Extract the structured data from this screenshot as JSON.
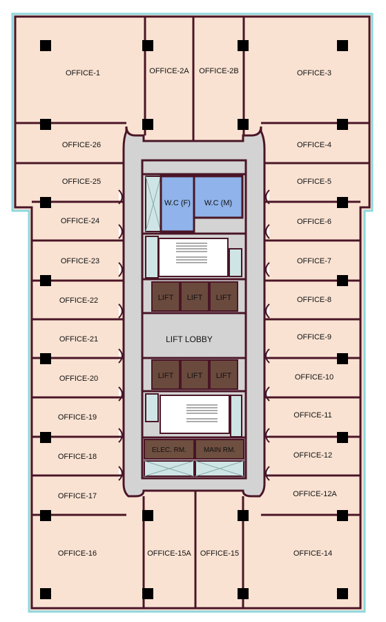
{
  "floor_plan": {
    "offices": {
      "o1": "OFFICE-1",
      "o2a": "OFFICE-2A",
      "o2b": "OFFICE-2B",
      "o3": "OFFICE-3",
      "o4": "OFFICE-4",
      "o5": "OFFICE-5",
      "o6": "OFFICE-6",
      "o7": "OFFICE-7",
      "o8": "OFFICE-8",
      "o9": "OFFICE-9",
      "o10": "OFFICE-10",
      "o11": "OFFICE-11",
      "o12": "OFFICE-12",
      "o12a": "OFFICE-12A",
      "o14": "OFFICE-14",
      "o15": "OFFICE-15",
      "o15a": "OFFICE-15A",
      "o16": "OFFICE-16",
      "o17": "OFFICE-17",
      "o18": "OFFICE-18",
      "o19": "OFFICE-19",
      "o20": "OFFICE-20",
      "o21": "OFFICE-21",
      "o22": "OFFICE-22",
      "o23": "OFFICE-23",
      "o24": "OFFICE-24",
      "o25": "OFFICE-25",
      "o26": "OFFICE-26"
    },
    "core": {
      "wc_female": "W.C (F)",
      "wc_male": "W.C (M)",
      "lift": "LIFT",
      "lift_lobby": "LIFT LOBBY",
      "elec_room": "ELEC. RM.",
      "main_room": "MAIN RM."
    },
    "colors": {
      "office_fill": "#f9e2d2",
      "wall": "#4a1526",
      "outline": "#8fd7df",
      "corridor": "#d3d3d3",
      "wc": "#8fb3ea",
      "lift": "#6b4a3e",
      "room": "#6e4f40",
      "shaft": "#cfe5e5",
      "column": "#000000"
    }
  }
}
